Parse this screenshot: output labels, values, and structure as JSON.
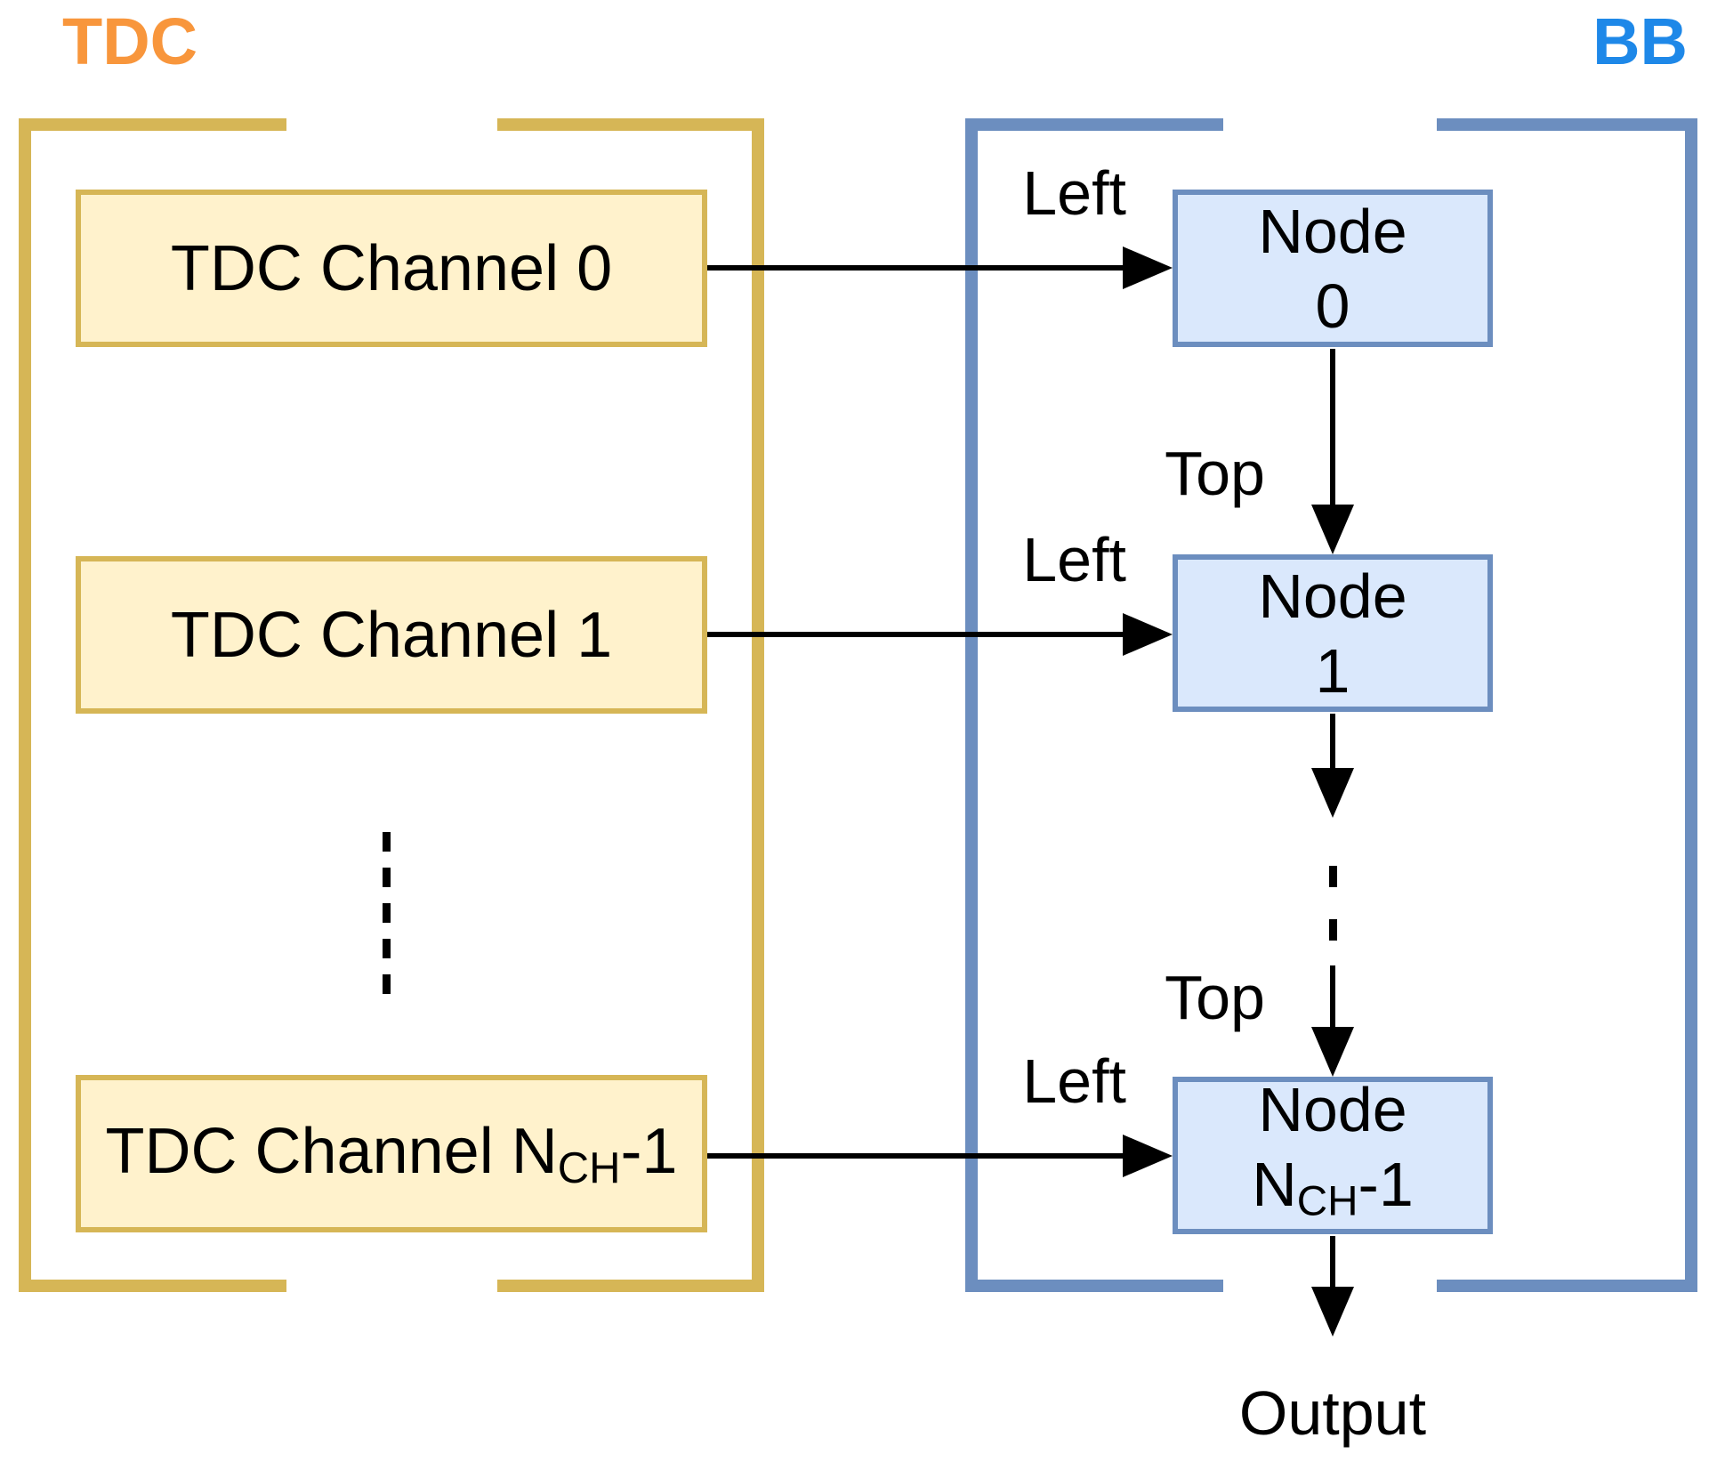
{
  "headers": {
    "tdc": "TDC",
    "bb": "BB"
  },
  "colors": {
    "tdc_accent": "#F8963C",
    "bb_accent": "#1E88E8",
    "tan_border": "#D6B656",
    "tan_fill": "#FFF2CC",
    "blue_border": "#6C8EBF",
    "blue_fill": "#DAE8FC",
    "arrow": "#000000"
  },
  "tdc": {
    "channels": [
      {
        "label": "TDC Channel 0"
      },
      {
        "label": "TDC Channel 1"
      },
      {
        "label_main": "TDC Channel N",
        "label_sub": "CH",
        "label_tail": "-1"
      }
    ]
  },
  "bb": {
    "nodes": [
      {
        "line1": "Node",
        "line2": "0"
      },
      {
        "line1": "Node",
        "line2": "1"
      },
      {
        "line1": "Node",
        "line2_main": "N",
        "line2_sub": "CH",
        "line2_tail": "-1"
      }
    ]
  },
  "edge_labels": {
    "left": "Left",
    "top": "Top"
  },
  "output_label": "Output"
}
